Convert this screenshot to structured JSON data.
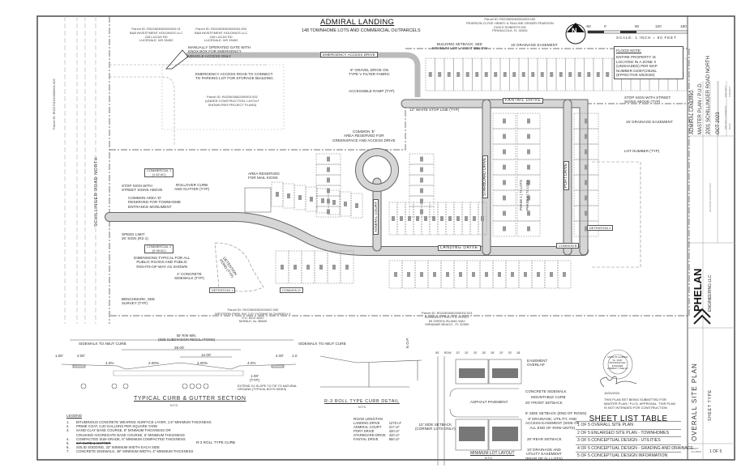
{
  "header": {
    "title": "ADMIRAL LANDING",
    "subtitle": "148 TOWNHOME LOTS AND COMMERCIAL OUTPARCELS"
  },
  "scale": {
    "ticks": [
      "-60",
      "0",
      "60",
      "120",
      "180"
    ],
    "label": "SCALE: 1 INCH = 60 FEET"
  },
  "north_arrow": {
    "letter": "N",
    "icon": "north-arrow-icon"
  },
  "flood_note": {
    "title": "FLOOD NOTE:",
    "lines": [
      "ENTIRE PROPERTY IS",
      "LOCATED IN A ZONE X",
      "(UNSHADED) PER MAP",
      "NUMBER 01097C0526L",
      "(EFFECTIVE 6/5/2020)"
    ]
  },
  "parcels": {
    "nw1": [
      "Parcel ID: R022803062000004.01",
      "B&B INVESTMENT HOLDINGS LLC",
      "245 LUCAS RD",
      "LUCEDALE, MS 39452"
    ],
    "nw2": [
      "Parcel ID: R022803062000004.000",
      "B&B INVESTMENT HOLDINGS LLC",
      "245 LUCAS RD",
      "LUCEDALE, MS 39452"
    ],
    "ne": [
      "Parcel ID: R022803062000003.000",
      "PEARSON CLYDE HENRY & PAULINE GRIDER PEARSON",
      "2105 E ROBERTS RD",
      "PENSACOLA, FL 32534"
    ],
    "storage": [
      "Parcel ID: R022803062000003.002",
      "(UNDER CONSTRUCTION; LAYOUT",
      "SHOWN PER PROJECT PLANS)"
    ],
    "south1": [
      "Parcel ID: R022803062000002.000",
      "WESTERN PARK INC C/O YVONNE M QUINNELLY",
      "P.O. BOX 8322",
      "MOBILE, AL 36689"
    ],
    "south2": [
      "Parcel ID: R022803062000002.001",
      "EDWARDS FRED S & VERA F",
      "55 GREEN ISLAND WAY",
      "MIRAMAR BEACH , FL 32550"
    ],
    "west": "Parcel ID: R022701010000001.002"
  },
  "roads": {
    "schillinger": "SCHILLINGER ROAD NORTH",
    "landing": "LANDING DRIVE",
    "fantail": "FANTAIL DRIVE",
    "starboard": "STARBOARD DRIVE",
    "port": "PORT DRIVE",
    "admiral_court": "ADMIRAL COURT",
    "emergency": "EMERGENCY ACCESS DRIVE"
  },
  "areas": {
    "commercial1": [
      "COMMERCIAL 1",
      "(1.82 AC)"
    ],
    "commercial2": [
      "COMMERCIAL 2",
      "(0.98 AC)"
    ],
    "detention1": "DETENTION 1",
    "detention2": "DETENTION 2",
    "common_d": "COMMON D",
    "common_b": "COMMON B",
    "phase": [
      "PHASE 1 | 74 LOTS",
      "PHASE 2 | 74 LOTS"
    ],
    "detention_pond": [
      "DETENTION",
      "POND (TYP)"
    ]
  },
  "callouts": {
    "gate": [
      "MANUALLY OPERATED GATE WITH",
      "KNOX BOX FOR EMERGENCY",
      "VEHICLE ACCESS ONLY"
    ],
    "emergency_road": [
      "EMERGENCY ACCESS ROAD TO CONNECT",
      "TO PARKING LOT FOR STORAGE BUILDING."
    ],
    "building_setback": [
      "BUILDING SETBACK; SEE",
      "MINIMUM LOT LAYOUT BELOW"
    ],
    "drainage15_top": "15' DRAINAGE EASEMENT",
    "gravel": [
      "6\" GRAVEL DRIVE ON",
      "TYPE V FILTER FABRIC"
    ],
    "ramp": "ACCESSIBLE RAMP (TYP)",
    "stop_line": "12\" WHITE STOP LINE (TYP)",
    "common_e": [
      "COMMON 'E'",
      "AREA RESERVED FOR",
      "GREENSPACE AND ACCESS DRIVE"
    ],
    "stop_sign_right": [
      "STOP SIGN WITH STREET",
      "SIGNS ABOVE (TYP)"
    ],
    "drainage15_right": "15' DRAINAGE EASEMENT",
    "lot_number": "LOT NUMBER (TYP)",
    "mail_kiosk": [
      "AREA RESERVED",
      "FOR MAIL KIOSK"
    ],
    "rollover": [
      "ROLLOVER CURB",
      "AND GUTTER (TYP)"
    ],
    "stop_sign_left": [
      "STOP SIGN WITH",
      "STREET SIGNS ABOVE"
    ],
    "common_d_res": [
      "COMMON AREA 'D'",
      "RESERVED FOR TOWNHOME",
      "ENTRANCE MONUMENT"
    ],
    "speed": [
      "SPEED LIMIT",
      "20' SIGN (R2-1)"
    ],
    "dimensions": [
      "DIMENSIONS TYPICAL FOR ALL",
      "PUBLIC ROADS AND PUBLIC",
      "RIGHTS-OF-WAY AS SHOWN"
    ],
    "sidewalk": [
      "4' CONCRETE",
      "SIDEWALK (TYP)"
    ],
    "benchmark": [
      "BENCHMARK; SEE",
      "SURVEY (TYP)"
    ]
  },
  "curb_section": {
    "title": "TYPICAL CURB & GUTTER SECTION",
    "nts": "N.T.S.",
    "row": "50' R/W MIN.",
    "row_note": "(SEE SUBDIVISION REGULATIONS)",
    "width": "28.00'",
    "lane": "12.00'",
    "sidewalk_left": "SIDEWALK TO ABUT CURB",
    "sidewalk_right": "SIDEWALK TO ABUT CURB",
    "dims": [
      "1.00'",
      "4.00'",
      "4.00'",
      "1.0"
    ],
    "slopes": [
      "4.0%",
      "2.00%",
      "2.00%",
      "4.0%"
    ],
    "depth": "1.00'",
    "depth_note": "(TYP)",
    "extend": [
      "EXTEND 3:1 SLOPE TO TIE TO NATURAL",
      "GROUND (TYPICAL BOTH SIDES)"
    ],
    "markers": [
      "7",
      "6",
      "5",
      "1",
      "2",
      "3",
      "4"
    ]
  },
  "legend": {
    "title": "LEGEND",
    "items": [
      {
        "n": "1.",
        "text": "BITUMINOUS CONCRETE WEARING SURFACE LAYER, 1.5\" MINIMUM THICKNESS"
      },
      {
        "n": "2.",
        "text": "PRIME COAT, 0.20 GALLONS PER SQUARE YARD"
      },
      {
        "n": "3.",
        "text": "SAND-CLAY BASE COURSE, 8\" MINIMUM THICKNESS OR"
      },
      {
        "n": "",
        "text": "CRUSHED AGGREGATE BASE COURSE, 6\" MINIMUM THICKNESS"
      },
      {
        "n": "4.",
        "text": "COMPACTED SUB-GRADE, 6\" MINIMUM COMPACTED THICKNESS"
      },
      {
        "n": "5.",
        "text": "24\" CURB & GUTTER"
      },
      {
        "n": "6.",
        "text": "SOLID SODDING, 32\" MINIMUM WIDTH EACH SIDE"
      },
      {
        "n": "7.",
        "text": "CONCRETE SIDEWALK, 48\" MINIMUM WIDTH, 4\" MINIMUM THICKNESS"
      }
    ],
    "roll_curb": "R-3 ROLL TYPE CURB"
  },
  "curb_detail": {
    "title": "R-3 ROLL TYPE CURB DETAIL",
    "nts": "N.T.S.",
    "label": "E.O.P."
  },
  "road_lengths": {
    "title": "ROAD LENGTHS",
    "rows": [
      {
        "name": "LANDING DRIVE",
        "len": "1270 LF"
      },
      {
        "name": "ADMIRAL COURT",
        "len": "217 LF"
      },
      {
        "name": "PORT DRIVE",
        "len": "420 LF"
      },
      {
        "name": "STARBOARD DRIVE",
        "len": "420 LF"
      },
      {
        "name": "FANTAIL DRIVE",
        "len": "550 LF"
      }
    ]
  },
  "lot_layout": {
    "title": "MINIMUM LOT LAYOUT",
    "nts": "N.T.S.",
    "dims": [
      "50' ROW",
      "20'",
      "20'",
      "20'",
      "28'",
      "28'",
      "20'",
      "20'",
      "28'"
    ],
    "labels": {
      "easement": [
        "EASEMENT",
        "OVERLAP"
      ],
      "sidewalk": "CONCRETE SIDEWALK",
      "curb": "MOUNTABLE CURB",
      "asphalt": "ASPHALT PAVEMENT",
      "front": "20' FRONT SETBACK",
      "side": "8' SIDE SETBACK (END OF ROWS)",
      "drainage": [
        "8' DRAINAGE, UTILITY, AND",
        "ACCESS EASEMENT (SIDE OF",
        "ALL END OF ROW UNITS)"
      ],
      "rear": "20' REAR SETBACK",
      "rear_drain": [
        "10' DRAINAGE AND",
        "UTILITY EASEMENT",
        "(REAR OF ALL LOTS)"
      ],
      "corner": [
        "10' SIDE SETBACK",
        "(CORNER LOTS ONLY)"
      ]
    }
  },
  "seal": {
    "text": [
      "STATE OF ALABAMA",
      "No. 31907",
      "PROFESSIONAL",
      "ENGINEER",
      "ANDREW T. PHELAN"
    ],
    "date": "10/20/2023",
    "note": [
      "THIS PLAN SET BEING SUBMITTED FOR",
      "MASTER PLAN / P.U.D. APPROVAL. THIS PLAN",
      "IS NOT INTENDED FOR CONSTRUCTION"
    ]
  },
  "sheet_list": {
    "title": "SHEET LIST TABLE",
    "rows": [
      "1 OF 5  OVERALL SITE PLAN",
      "2 OF 5  ENLARGED SITE PLAN - TOWNHOMES",
      "3 OF 5  CONCEPTUAL DESIGN - UTILITIES",
      "4 OF 5  CONCEPTUAL DESIGN - GRADING AND DRAINAGE",
      "5 OF 5  CONCEPTUAL DESIGN INFORMATION"
    ]
  },
  "title_block": {
    "project": "ADMIRAL LANDING",
    "subject": "MASTER PLAN / P.U.D.",
    "address": "2001 SCHILLINGER ROAD NORTH",
    "date": "OCT 2023",
    "field_labels": [
      "PROJECT",
      "SUBJECT",
      "PROJECT ADDRESS",
      "DATE"
    ],
    "revision_header": "REVISION DESCRIPTION",
    "firm": "PHELAN",
    "firm_sub": "ENGINEERING LLC",
    "sheet_title": "OVERALL SITE PLAN",
    "sheet_type": "SHEET TYPE",
    "sheet_number_label": "SHEET NUMBER",
    "sheet_number": "1 OF 5"
  }
}
